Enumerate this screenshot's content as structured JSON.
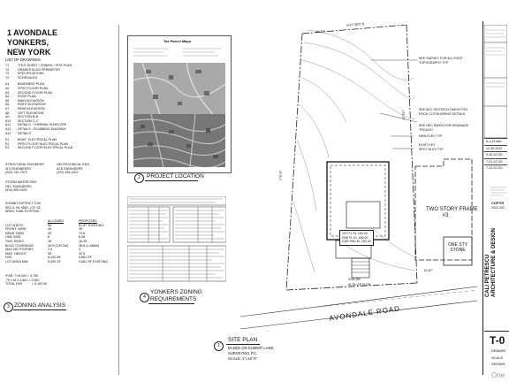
{
  "title": {
    "line1": "1 AVONDALE",
    "line2": "YONKERS,",
    "line3": "NEW YORK"
  },
  "drawings": {
    "heading": "LIST OF DRAWINGS",
    "items": [
      {
        "no": "T1",
        "name": "TITLE SHEET / ZONING / SITE PLAN"
      },
      {
        "no": "T2",
        "name": "GRADES BLDG PERIMETER"
      },
      {
        "no": "T2",
        "name": "SPECIFICATIONS"
      },
      {
        "no": "T3",
        "name": "SCHEDULES"
      },
      {
        "no": "A1",
        "name": "BASEMENT PLAN"
      },
      {
        "no": "A2",
        "name": "FIRST FLOOR PLAN"
      },
      {
        "no": "A3",
        "name": "SECOND FLOOR PLAN"
      },
      {
        "no": "A4",
        "name": "ROOF PLAN"
      },
      {
        "no": "A5",
        "name": "MAIN ELEVATION"
      },
      {
        "no": "A6",
        "name": "RIGHT ELEVATION"
      },
      {
        "no": "A7",
        "name": "REAR ELEVATION"
      },
      {
        "no": "A8",
        "name": "LEFT ELEVATION"
      },
      {
        "no": "A9",
        "name": "SECTION B-B"
      },
      {
        "no": "A10",
        "name": "SECTION C-C"
      },
      {
        "no": "A11",
        "name": "DETAILS - THERMAL ENVELOPE"
      },
      {
        "no": "A12",
        "name": "DETAILS - PLUMBING DIAGRAM"
      },
      {
        "no": "A13",
        "name": "DETAILS"
      },
      {
        "no": "E1",
        "name": "BSMT. ELECTRICAL PLAN"
      },
      {
        "no": "E2",
        "name": "FIRST FLOOR ELECTRICAL PLAN"
      },
      {
        "no": "E3",
        "name": "SECOND FLOOR ELECTRICAL PLAN"
      }
    ]
  },
  "engineers": {
    "structural_label": "STRUCTURAL ENGINEER",
    "structural_name": "SLS ENGINEERS",
    "structural_phone": "(203) 740-7579",
    "geotech_label": "GEOTECHNICAL ENG",
    "geotech_name": "ACE ENGINEERS",
    "geotech_phone": "(203) 336-4422",
    "storm_label": "STORM WATER ENG",
    "storm_name": "HEC ENGINEERS",
    "storm_phone": "(914) 909-0420"
  },
  "zoning": {
    "district": "ZONING DISTRICT S-50",
    "sec": "SEC 4, BL 4650, LOT 25",
    "area": "AREA: 9,681 EXISTING",
    "col_allowed": "ALLOWED",
    "col_proposed": "PROPOSED",
    "rows": [
      {
        "label": "LOT WIDTH",
        "allowed": "50'",
        "proposed": "61.87' EXISTING"
      },
      {
        "label": "FRONT YARD",
        "allowed": "30'",
        "proposed": "30'"
      },
      {
        "label": "REAR YARD",
        "allowed": "25'",
        "proposed": "73.6'"
      },
      {
        "label": "ONE SIDE",
        "allowed": "6'",
        "proposed": "6.08'"
      },
      {
        "label": "TWO SIDES",
        "allowed": "16'",
        "proposed": "16.25'"
      },
      {
        "label": "BLDG COVERAGE",
        "allowed": "40% (3,872sf)",
        "proposed": "36% (1,480sf)"
      },
      {
        "label": "MAX NO STORIES",
        "allowed": "2.5",
        "proposed": "2"
      },
      {
        "label": "MAX. HEIGHT",
        "allowed": "35'",
        "proposed": "32.5'"
      },
      {
        "label": "FAR",
        "allowed": "6,102.59'",
        "proposed": "3,861 SF"
      },
      {
        "label": "LOT AREA MIN",
        "allowed": "5,000 SF",
        "proposed": "9,681 SF EXISTING"
      }
    ],
    "far_note1": "*FAR: 7'x5,000   = 3,750",
    "far_note2": ".75 x 61'x 4,681 = 2,352",
    "far_total_label": "TOTAL FAR",
    "far_total": "= 6,102.59"
  },
  "panels": {
    "zoning_no": "3",
    "zoning_title": "ZONING ANALYSIS",
    "location_no": "2",
    "location_title": "PROJECT LOCATION",
    "yonkers_no": "4",
    "yonkers_title1": "YONKERS ZONING",
    "yonkers_title2": "REQUIREMENTS",
    "site_no": "1",
    "site_title": "SITE PLAN",
    "site_sub1": "BASED ON SUMMIT LAND",
    "site_sub2": "SURVEYING P.C.",
    "site_scale": "SCALE: 1\"=10'-0\""
  },
  "map": {
    "title": "Tax Parcel Maps"
  },
  "site": {
    "north_dim": "N 57°40'0\" E",
    "north_len": "61.87'",
    "south_len": "61.87'",
    "road": "AVONDALE ROAD",
    "side_dim_left": "176.37'",
    "side_dim_right": "176.37'",
    "prop_elev1": "1ST FL EL 154.00",
    "prop_elev2": "2ND FL EL 166.00",
    "prop_elev3": "CAR PAD EL 152.00",
    "neighbor": "TWO STORY FRAME",
    "neighbor_no": "#3",
    "neighbor2": "ONE STY STONE",
    "note_survey": "SEE SURVEY FOR ALL EXIST TOPOGRAPHY TYP",
    "note_geotech": "SEE AEC GEOTECH DWGS FOR ROCK CUT/SHORING DETAILS",
    "note_hec": "SEE HEC DWGS FOR DRAINAGE TROUGH",
    "note_new_elev": "NEW ELEV TYP",
    "note_exist_key": "EXIST KEY",
    "note_spot": "SPOT ELEV TYP",
    "driveway": "SOB DR",
    "alta": "ALTA VISTA DR."
  },
  "title_block": {
    "name": "CALI PETRESCU ARCHITECTURE & DESIGN",
    "revisions": [
      "6-1-23 add",
      "12-30-2022",
      "9-30-22 DD",
      "7-21-22 DD",
      "7-12-22 DD"
    ],
    "copyright": "COPYR",
    "years": "2022-202",
    "sheet": "T-0",
    "drawing_label": "DRAWIN",
    "scale_label": "SCALE",
    "shown": "SHOWN",
    "footer": "One"
  }
}
